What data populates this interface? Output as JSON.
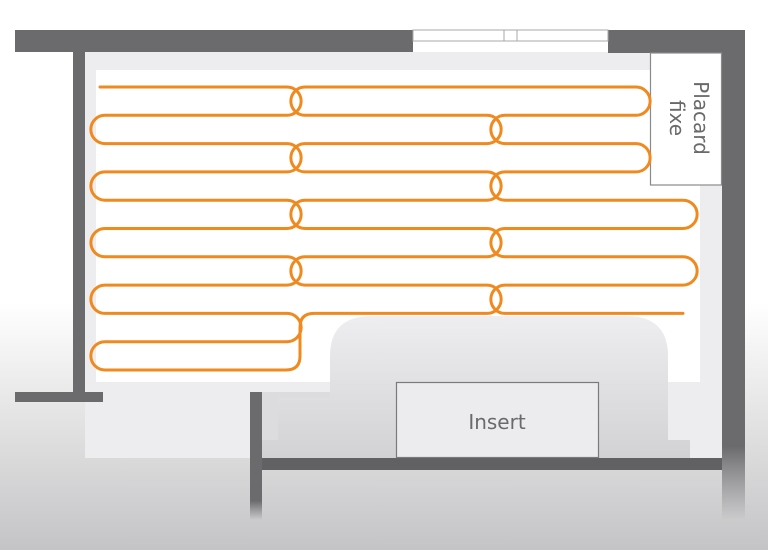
{
  "labels": {
    "closet_line1": "Placard",
    "closet_line2": "fixe",
    "insert": "Insert"
  },
  "colors": {
    "wall": "#6b6b6e",
    "cable": "#f0891e",
    "floor": "#ededef",
    "heated_zone": "#ffffff"
  }
}
